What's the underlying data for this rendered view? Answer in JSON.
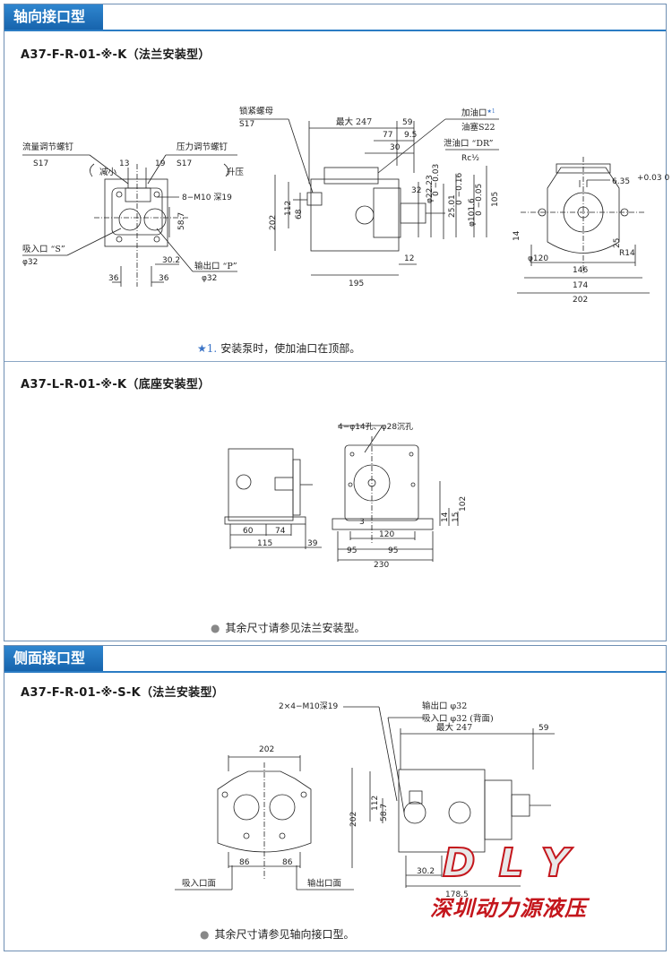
{
  "sections": [
    {
      "header": "轴向接口型"
    },
    {
      "header": "侧面接口型"
    }
  ],
  "models": [
    {
      "title": "A37-F-R-01-※-K（法兰安装型）"
    },
    {
      "title": "A37-L-R-01-※-K（底座安装型）"
    },
    {
      "title": "A37-F-R-01-※-S-K（法兰安装型）"
    }
  ],
  "notes": {
    "n1_mark": "★1.",
    "n1": "安装泵时，使加油口在顶部。",
    "n2": "其余尺寸请参见法兰安装型。",
    "n3": "其余尺寸请参见轴向接口型。",
    "bullet": "●"
  },
  "d1": {
    "flow_screw": "流量调节螺钉",
    "s17a": "S17",
    "reduce": "减小",
    "d13": "13",
    "d19": "19",
    "pressure_screw": "压力调节螺钉",
    "s17b": "S17",
    "raise": "升压",
    "m10": "8−M10 深19",
    "d58_7": "58.7",
    "suction": "吸入口 “S”",
    "phi32a": "φ32",
    "d30_2": "30.2",
    "outlet": "输出口 “P”",
    "phi32b": "φ32",
    "d36a": "36",
    "d36b": "36"
  },
  "d2": {
    "locknut": "锁紧螺母",
    "s17": "S17",
    "max247": "最大 247",
    "d59": "59",
    "oil_fill": "加油口",
    "star": "★1",
    "plug": "油塞S22",
    "d77": "77",
    "d9_5": "9.5",
    "drain": "泄油口 “DR”",
    "d30": "30",
    "rc": "Rc½",
    "d112": "112",
    "d68": "68",
    "d202": "202",
    "d32": "32",
    "phi22": "φ22.23",
    "tol1": "0 −0.03",
    "k25": "25.01",
    "tol2": "0 −0.16",
    "phi101": "φ101.6",
    "tol3": "0 −0.05",
    "d105": "105",
    "d12": "12",
    "d195": "195"
  },
  "d3": {
    "key": "6.35",
    "ktol": "+0.03 0",
    "d14": "14",
    "d25": "25",
    "r14": "R14",
    "phi120": "φ120",
    "d146": "146",
    "d174": "174",
    "d202": "202"
  },
  "d4": {
    "d60": "60",
    "d74": "74",
    "d115": "115",
    "d39": "39"
  },
  "d5": {
    "holes": "4−φ14孔、φ28沉孔",
    "d3": "3",
    "d14": "14",
    "d15": "15",
    "d102": "102",
    "d120": "120",
    "d95a": "95",
    "d95b": "95",
    "d230": "230"
  },
  "d6": {
    "d202": "202",
    "d86a": "86",
    "d86b": "86",
    "suction_face": "吸入口面",
    "outlet_face": "输出口面"
  },
  "d7": {
    "m10": "2×4−M10深19",
    "out": "输出口 φ32",
    "in": "吸入口 φ32 (背面)",
    "max247": "最大 247",
    "d59": "59",
    "d112": "112",
    "d202": "202",
    "d58_7": "58.7",
    "d30_2": "30.2",
    "d178_5": "178.5"
  },
  "watermark": {
    "brand": "DLY",
    "sub": "深圳动力源液压"
  }
}
